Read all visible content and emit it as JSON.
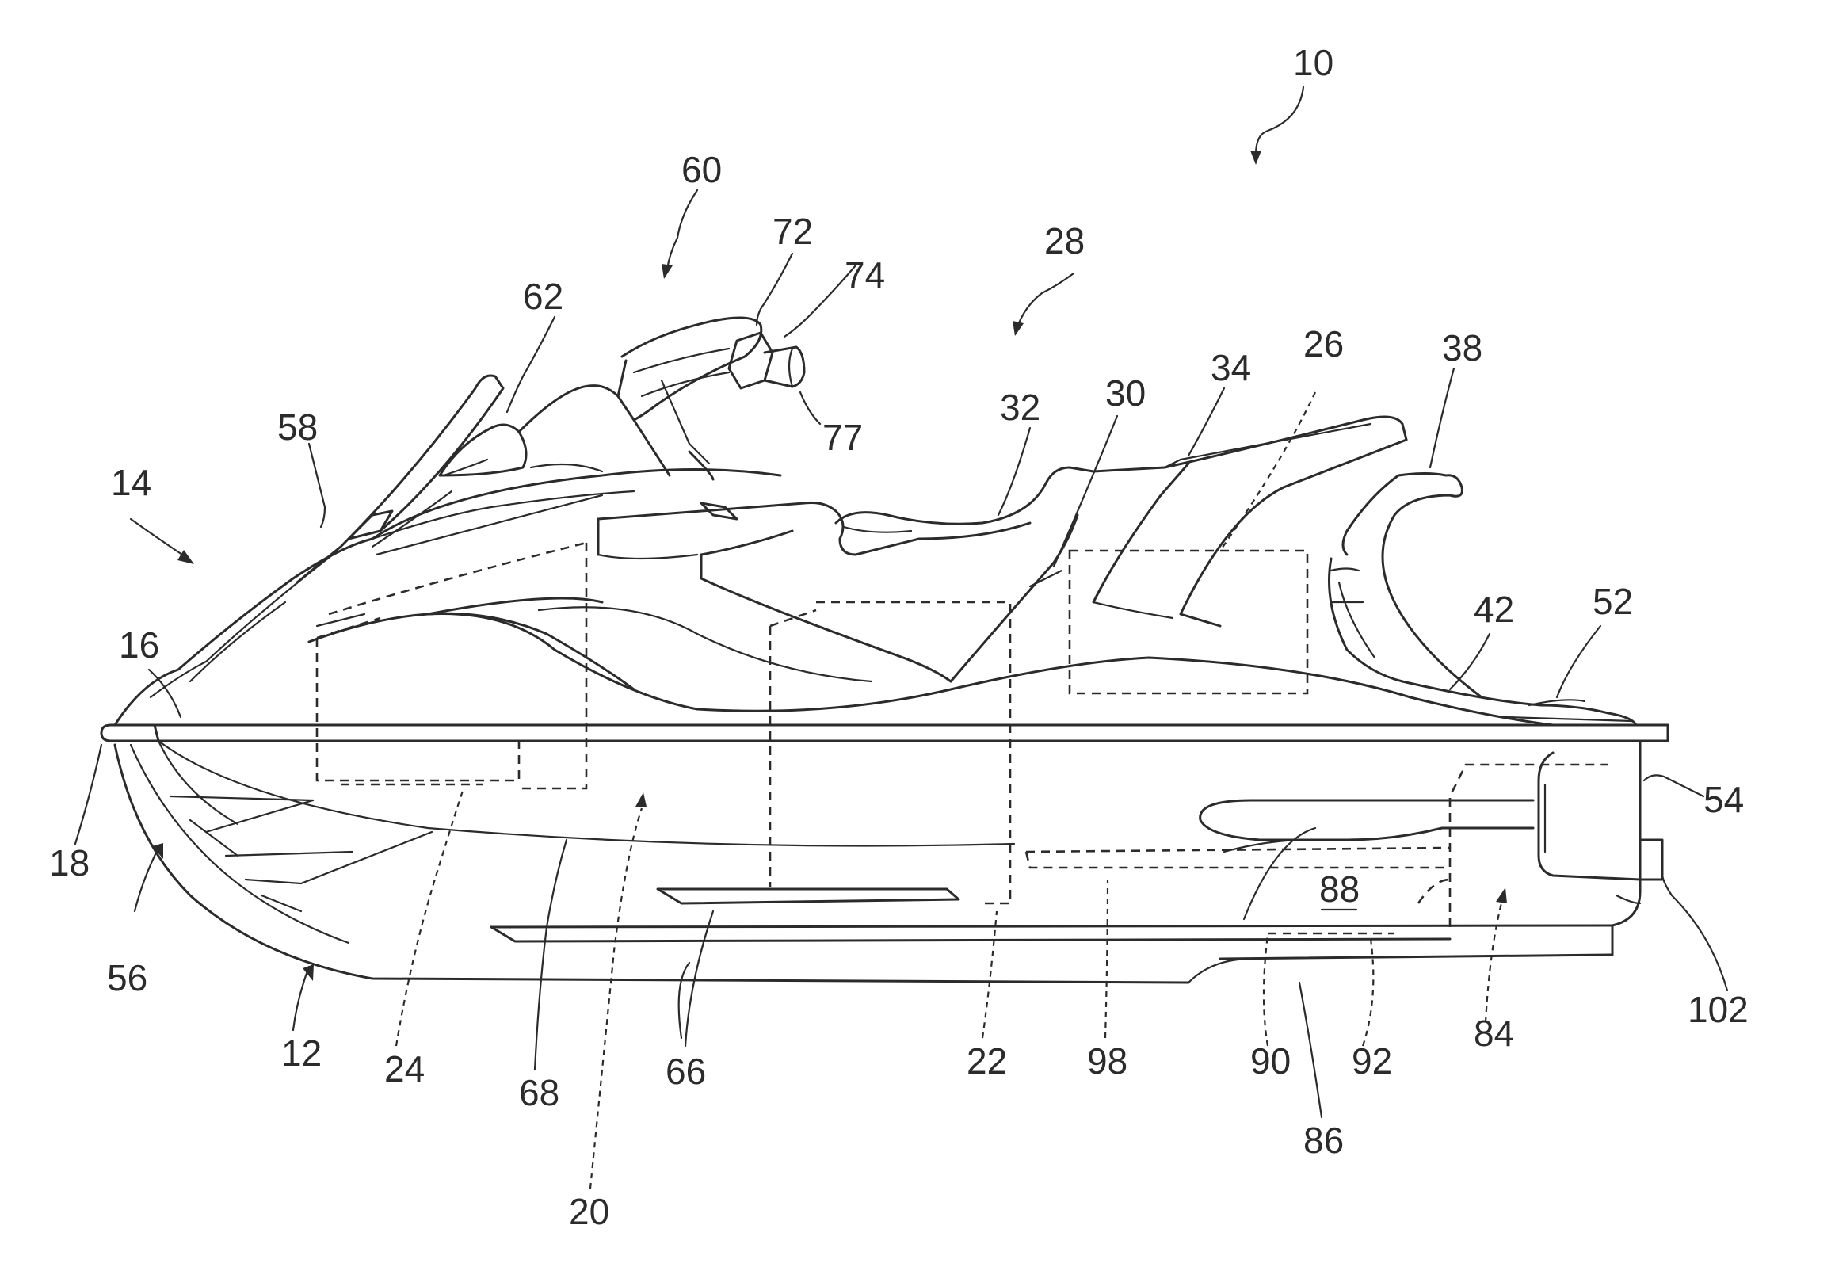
{
  "figure": {
    "labels": [
      {
        "id": "ref-10",
        "text": "10"
      },
      {
        "id": "ref-60",
        "text": "60"
      },
      {
        "id": "ref-28",
        "text": "28"
      },
      {
        "id": "ref-72",
        "text": "72"
      },
      {
        "id": "ref-74",
        "text": "74"
      },
      {
        "id": "ref-62",
        "text": "62"
      },
      {
        "id": "ref-26",
        "text": "26"
      },
      {
        "id": "ref-38",
        "text": "38"
      },
      {
        "id": "ref-34",
        "text": "34"
      },
      {
        "id": "ref-32",
        "text": "32"
      },
      {
        "id": "ref-30",
        "text": "30"
      },
      {
        "id": "ref-77",
        "text": "77"
      },
      {
        "id": "ref-58",
        "text": "58"
      },
      {
        "id": "ref-14",
        "text": "14"
      },
      {
        "id": "ref-42",
        "text": "42"
      },
      {
        "id": "ref-52",
        "text": "52"
      },
      {
        "id": "ref-16",
        "text": "16"
      },
      {
        "id": "ref-54",
        "text": "54"
      },
      {
        "id": "ref-18",
        "text": "18"
      },
      {
        "id": "ref-88",
        "text": "88"
      },
      {
        "id": "ref-56",
        "text": "56"
      },
      {
        "id": "ref-102",
        "text": "102"
      },
      {
        "id": "ref-12",
        "text": "12"
      },
      {
        "id": "ref-24",
        "text": "24"
      },
      {
        "id": "ref-66",
        "text": "66"
      },
      {
        "id": "ref-22",
        "text": "22"
      },
      {
        "id": "ref-98",
        "text": "98"
      },
      {
        "id": "ref-90",
        "text": "90"
      },
      {
        "id": "ref-92",
        "text": "92"
      },
      {
        "id": "ref-84",
        "text": "84"
      },
      {
        "id": "ref-68",
        "text": "68"
      },
      {
        "id": "ref-86",
        "text": "86"
      },
      {
        "id": "ref-20",
        "text": "20"
      }
    ]
  }
}
